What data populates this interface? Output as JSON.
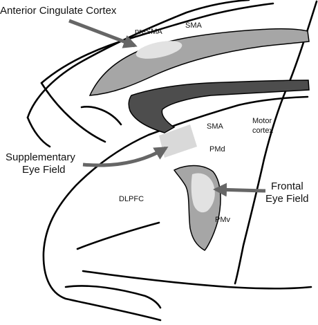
{
  "labels": {
    "acc": "Anterior Cingulate Cortex",
    "presma": "preSMA",
    "sma_top": "SMA",
    "sma_lateral": "SMA",
    "motor_line1": "Motor",
    "motor_line2": "cortex",
    "sef_line1": "Supplementary",
    "sef_line2": "Eye Field",
    "pmd": "PMd",
    "dlpfc": "DLPFC",
    "fef_line1": "Frontal",
    "fef_line2": "Eye Field",
    "pmv": "PMv"
  },
  "colors": {
    "outline": "#000000",
    "cingulate_gray": "#a6a6a6",
    "dark_gray": "#4d4d4d",
    "highlight": "#e2e2e2",
    "arrow": "#666666",
    "background": "#ffffff"
  }
}
